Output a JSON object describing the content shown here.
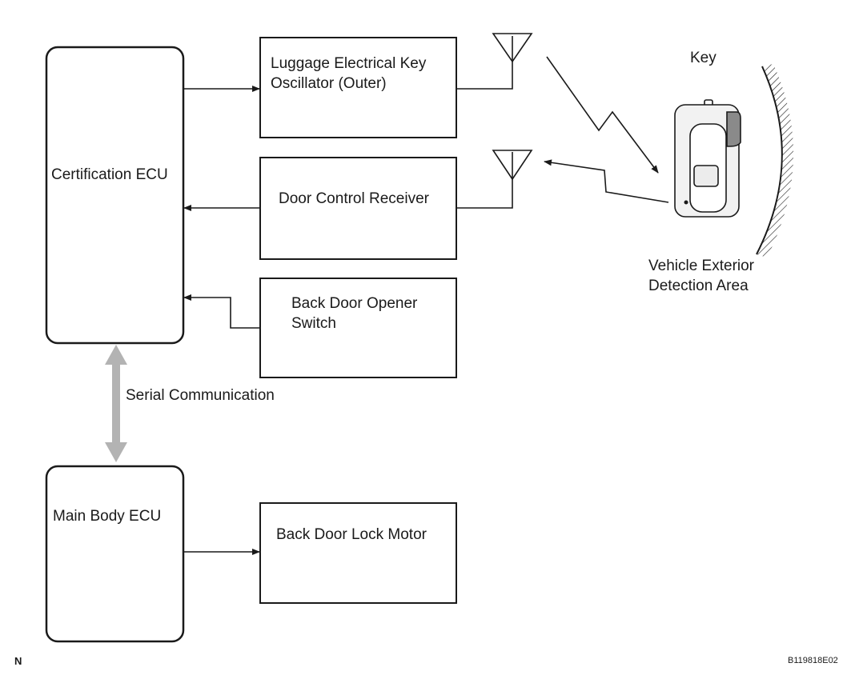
{
  "blocks": {
    "certification_ecu": "Certification ECU",
    "main_body_ecu": "Main Body ECU",
    "luggage_oscillator": "Luggage Electrical Key\nOscillator (Outer)",
    "door_control_receiver": "Door Control Receiver",
    "back_door_opener_switch": "Back Door Opener\nSwitch",
    "back_door_lock_motor": "Back Door Lock Motor"
  },
  "labels": {
    "serial_communication": "Serial Communication",
    "key": "Key",
    "detection_area": "Vehicle Exterior\nDetection Area",
    "corner_mark": "N",
    "figure_code": "B119818E02"
  },
  "colors": {
    "line": "#1a1a1a",
    "serial_arrow": "#b3b3b3"
  },
  "icons": [
    "antenna-icon",
    "key-fob-icon",
    "wireless-signal-icon"
  ]
}
